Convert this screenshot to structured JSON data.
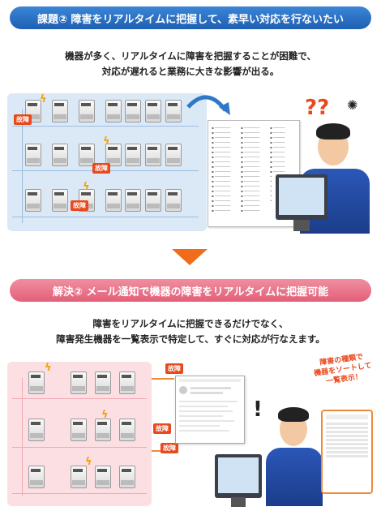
{
  "problem": {
    "banner": "課題② 障害をリアルタイムに把握して、素早い対応を行ないたい",
    "lines": [
      "機器が多く、リアルタイムに障害を把握することが困難で、",
      "対応が遅れると業務に大きな影響が出る。"
    ],
    "fault_label": "故障",
    "question": "??"
  },
  "solution": {
    "banner": "解決② メール通知で機器の障害をリアルタイムに把握可能",
    "lines": [
      "障害をリアルタイムに把握できるだけでなく、",
      "障害発生機器を一覧表示で特定して、すぐに対応が行なえます。"
    ],
    "fault_label": "故障",
    "sorted_note": [
      "障害の種類で",
      "機器をソートして",
      "一覧表示！"
    ],
    "exclaim": "!"
  },
  "colors": {
    "blue": "#1f5fb3",
    "pink": "#e35f78",
    "orange": "#ef6c1c",
    "fault": "#e8491d"
  }
}
